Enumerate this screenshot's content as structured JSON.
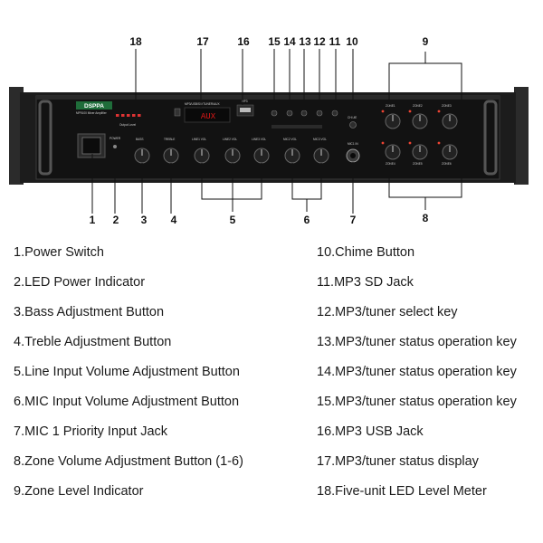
{
  "device": {
    "brand_logo": "DSPPA",
    "model_text": "MP9100 Mixer Amplifier",
    "power_label": "POWER",
    "display_value": "AUX",
    "display_header": "MP3/USB/SD/TUNER/AUX",
    "usb_label": "MP3",
    "output_label": "Output Level",
    "chime_label": "CHIME",
    "mic_label": "MIC1 IN",
    "knob_labels": [
      "BASS",
      "TREBLE",
      "LINE1 VOL",
      "LINE2 VOL",
      "LINE3 VOL",
      "MIC2 VOL",
      "MIC3 VOL"
    ],
    "zone_labels": [
      "ZONE1",
      "ZONE2",
      "ZONE3",
      "ZONE4",
      "ZONE5",
      "ZONE6"
    ]
  },
  "callouts": [
    "1",
    "2",
    "3",
    "4",
    "5",
    "6",
    "7",
    "8",
    "9",
    "10",
    "11",
    "12",
    "13",
    "14",
    "15",
    "16",
    "17",
    "18"
  ],
  "legend_left": [
    "1.Power Switch",
    "2.LED Power Indicator",
    "3.Bass Adjustment Button",
    "4.Treble Adjustment Button",
    "5.Line Input Volume Adjustment Button",
    "6.MIC Input Volume Adjustment Button",
    "7.MIC 1 Priority Input Jack",
    "8.Zone Volume Adjustment Button (1-6)",
    "9.Zone Level Indicator"
  ],
  "legend_right": [
    "10.Chime Button",
    "11.MP3 SD Jack",
    "12.MP3/tuner select key",
    "13.MP3/tuner status operation key",
    "14.MP3/tuner status operation key",
    "15.MP3/tuner status operation key",
    "16.MP3 USB Jack",
    "17.MP3/tuner status display",
    "18.Five-unit LED Level Meter"
  ]
}
